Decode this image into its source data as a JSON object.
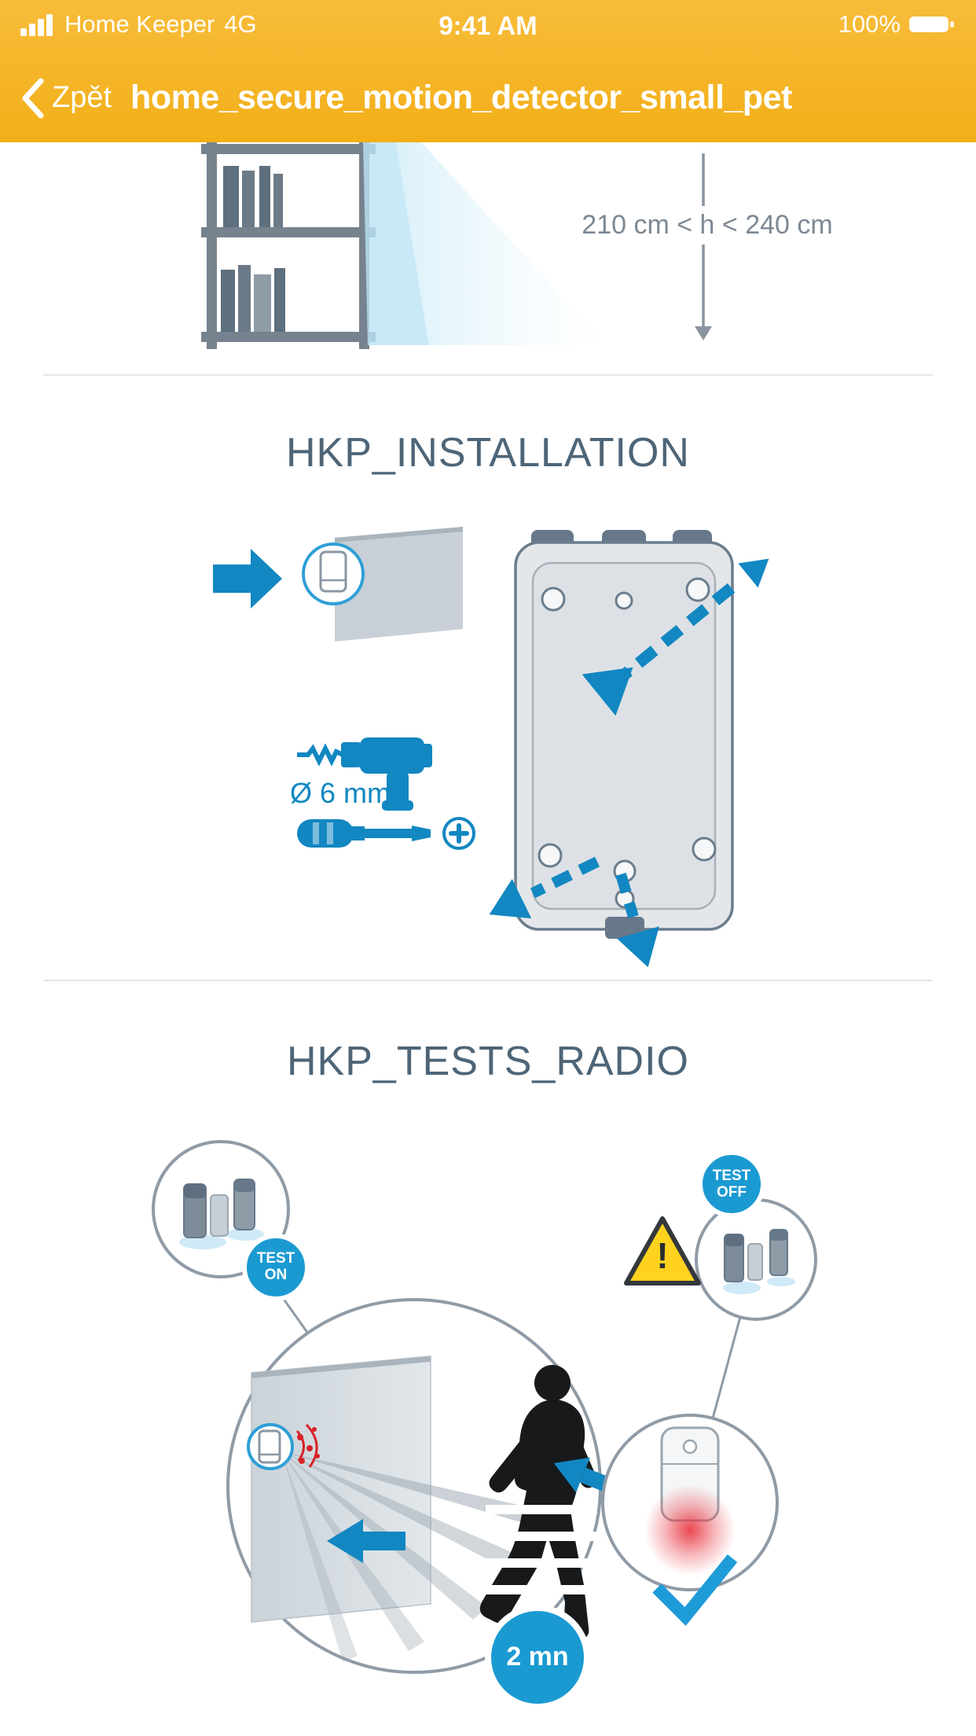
{
  "status_bar": {
    "carrier": "Home Keeper",
    "network": "4G",
    "time": "9:41 AM",
    "battery_percent": "100%"
  },
  "nav_bar": {
    "back_label": "Zpět",
    "title": "home_secure_motion_detector_small_pet"
  },
  "mounting": {
    "height_note": "210 cm < h < 240 cm"
  },
  "installation": {
    "heading": "HKP_INSTALLATION",
    "drill_diameter": "Ø 6 mm"
  },
  "tests": {
    "heading": "HKP_TESTS_RADIO",
    "test_on": {
      "line1": "TEST",
      "line2": "ON"
    },
    "test_off": {
      "line1": "TEST",
      "line2": "OFF"
    },
    "duration": "2 mn",
    "warning_mark": "!"
  },
  "colors": {
    "header_yellow": "#F2AF18",
    "header_yellow_light": "#F8BC3A",
    "accent_blue": "#1287C1",
    "badge_blue": "#1B9AD2",
    "heading_color": "#4E6577",
    "text_gray": "#7C8894",
    "line_gray": "#8F9BA6",
    "illustration_gray": "#76838F",
    "beam_blue": "#BCE4F6",
    "warning_yellow": "#FFD21E",
    "alert_red": "#D8232A",
    "divider_gray": "#E4E6E8"
  }
}
